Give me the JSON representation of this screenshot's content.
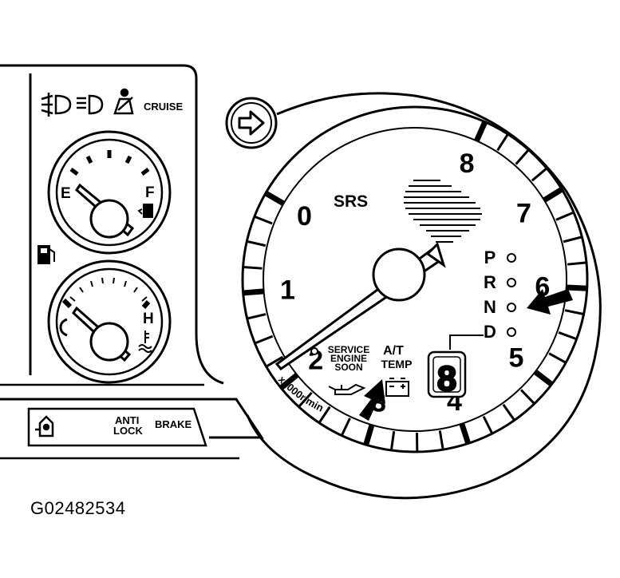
{
  "figure_id": "G02482534",
  "indicators_top": {
    "cruise": "CRUISE"
  },
  "fuel_gauge": {
    "empty": "E",
    "full": "F"
  },
  "temp_gauge": {
    "hot": "H"
  },
  "tachometer": {
    "numbers": [
      "0",
      "1",
      "2",
      "3",
      "4",
      "5",
      "6",
      "7",
      "8"
    ],
    "unit": "x1000r/min",
    "srs": "SRS"
  },
  "warnings": {
    "service_line1": "SERVICE",
    "service_line2": "ENGINE",
    "service_line3": "SOON",
    "at_line1": "A/T",
    "at_line2": "TEMP"
  },
  "gear_positions": [
    "P",
    "R",
    "N",
    "D"
  ],
  "gear_display": "8",
  "bottom_panel": {
    "anti": "ANTI",
    "lock": "LOCK",
    "brake": "BRAKE"
  }
}
